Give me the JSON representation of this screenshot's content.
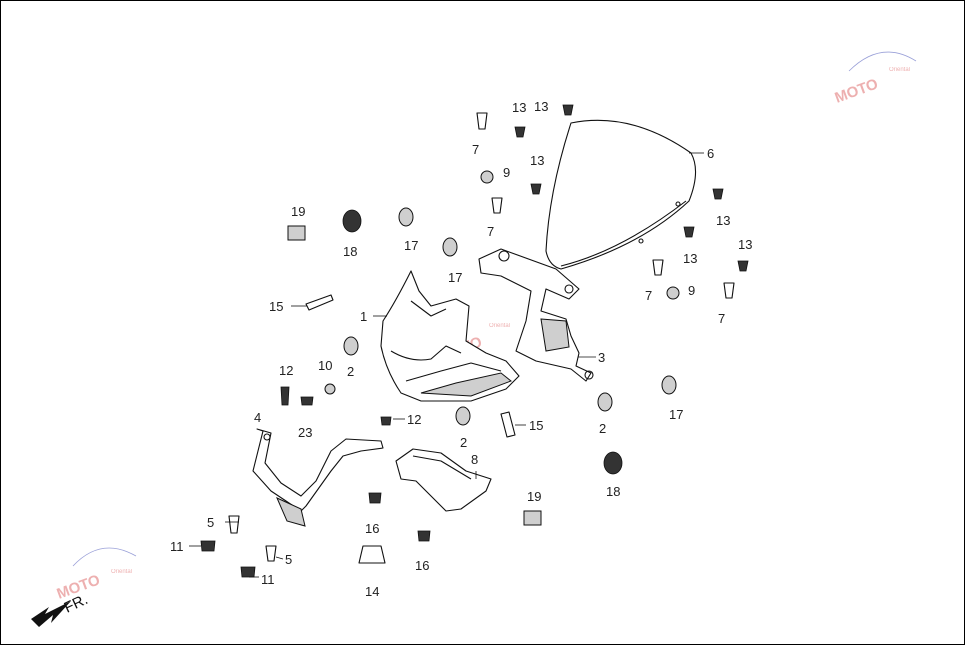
{
  "callouts": {
    "c1": "1",
    "c2a": "2",
    "c2b": "2",
    "c2c": "2",
    "c3": "3",
    "c4": "4",
    "c5a": "5",
    "c5b": "5",
    "c6": "6",
    "c7a": "7",
    "c7b": "7",
    "c7c": "7",
    "c7d": "7",
    "c8": "8",
    "c9a": "9",
    "c9b": "9",
    "c10": "10",
    "c11a": "11",
    "c11b": "11",
    "c12a": "12",
    "c12b": "12",
    "c13a": "13",
    "c13b": "13",
    "c13c": "13",
    "c13d": "13",
    "c13e": "13",
    "c13f": "13",
    "c14": "14",
    "c15a": "15",
    "c15b": "15",
    "c16a": "16",
    "c16b": "16",
    "c17a": "17",
    "c17b": "17",
    "c17c": "17",
    "c18a": "18",
    "c18b": "18",
    "c19a": "19",
    "c19b": "19",
    "c23": "23"
  },
  "direction_label": "FR.",
  "watermark": {
    "text": "MOTO",
    "small": "Oriental"
  },
  "colors": {
    "line": "#111111",
    "watermark": "#e07070",
    "background": "#ffffff"
  }
}
